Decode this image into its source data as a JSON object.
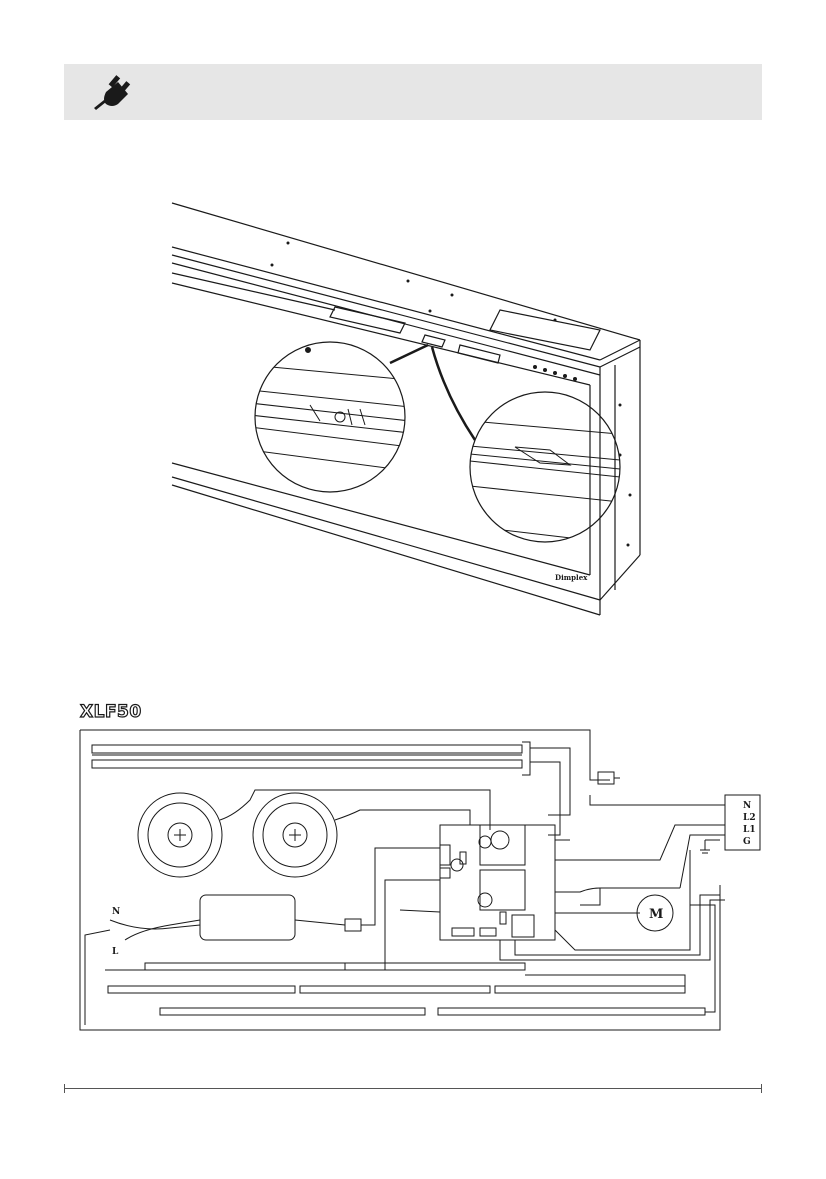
{
  "icons": {
    "banner": "power-plug-icon"
  },
  "figure2": {
    "model_label": "XLF50",
    "brand_label": "Dimplex",
    "power_labels": {
      "neutral": "N",
      "live": "L"
    },
    "terminal_labels": [
      "N",
      "L2",
      "L1",
      "G"
    ],
    "motor_label": "M"
  }
}
